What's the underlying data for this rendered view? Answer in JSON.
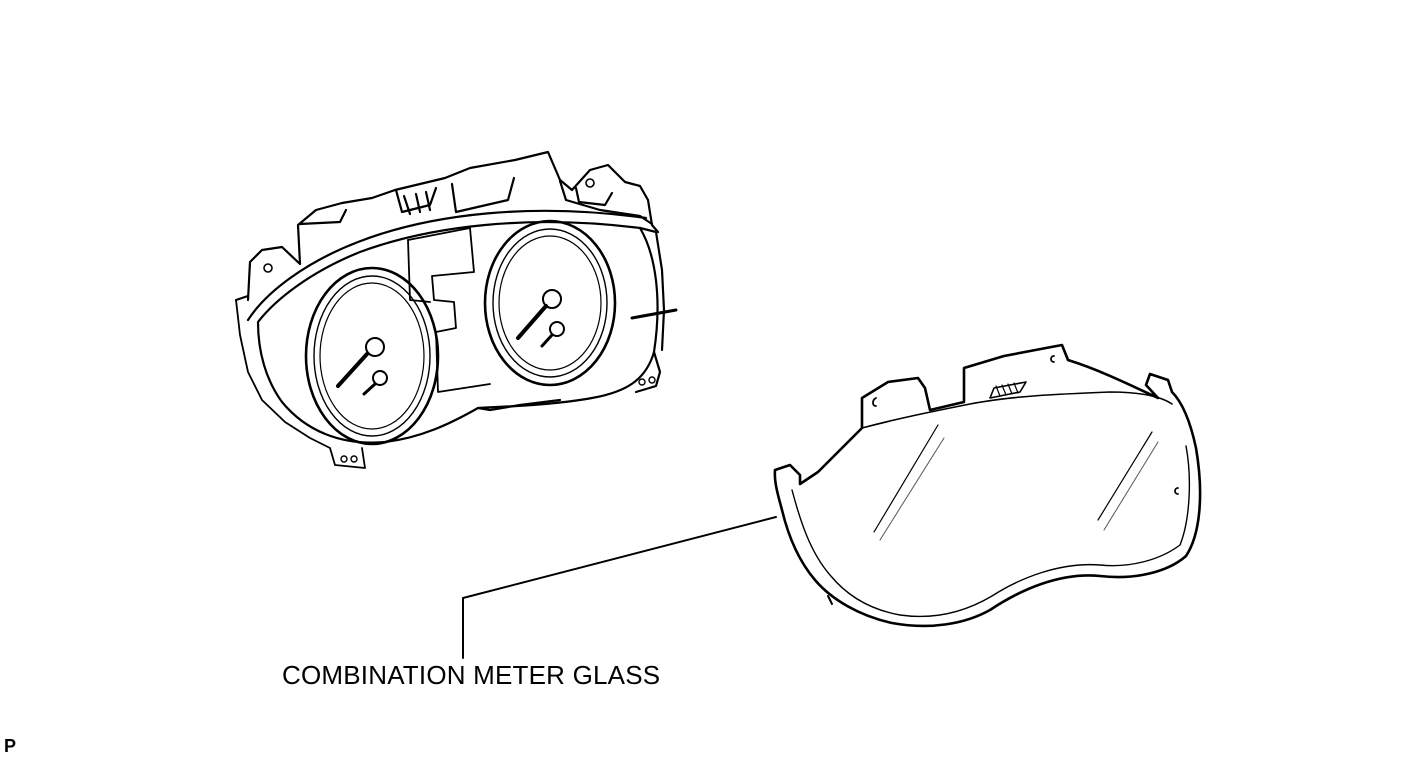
{
  "diagram": {
    "callout_label": "COMBINATION METER GLASS",
    "corner_mark": "P",
    "parts": [
      "combination-meter-assembly",
      "combination-meter-glass"
    ]
  }
}
